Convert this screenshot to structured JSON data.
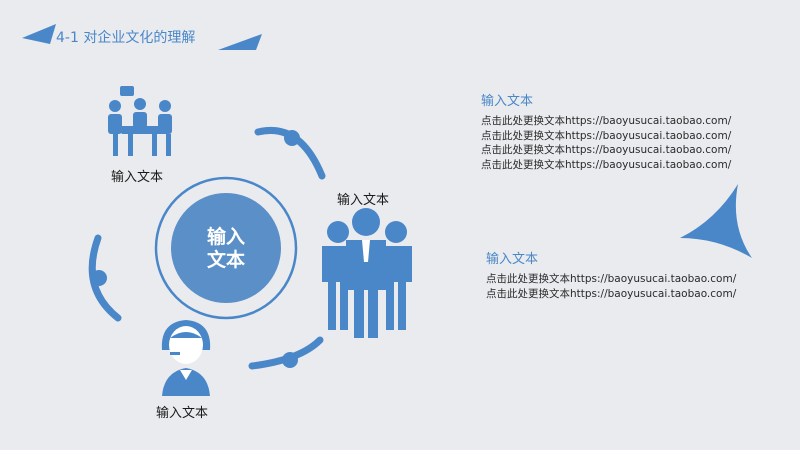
{
  "header": {
    "title": "4-1  对企业文化的理解"
  },
  "cycle": {
    "center_line1": "输入",
    "center_line2": "文本",
    "nodes": [
      {
        "label": "输入文本"
      },
      {
        "label": "输入文本"
      },
      {
        "label": "输入文本"
      }
    ]
  },
  "right_blocks": [
    {
      "title": "输入文本",
      "lines": [
        "点击此处更换文本https://baoyusucai.taobao.com/",
        "点击此处更换文本https://baoyusucai.taobao.com/",
        "点击此处更换文本https://baoyusucai.taobao.com/",
        "点击此处更换文本https://baoyusucai.taobao.com/"
      ]
    },
    {
      "title": "输入文本",
      "lines": [
        "点击此处更换文本https://baoyusucai.taobao.com/",
        "点击此处更换文本https://baoyusucai.taobao.com/"
      ]
    }
  ],
  "colors": {
    "accent": "#4a87c9",
    "background": "#e9ebee",
    "text": "#1a1a1a"
  }
}
